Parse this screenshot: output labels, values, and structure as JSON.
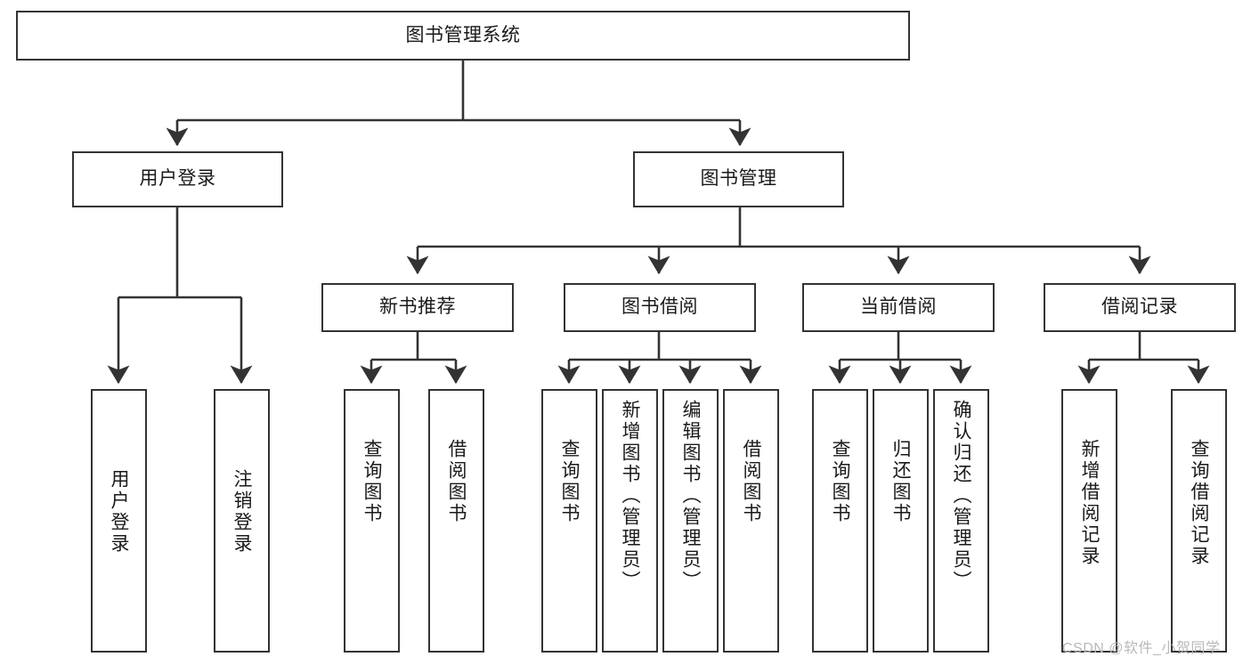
{
  "diagram": {
    "type": "tree",
    "title": "图书管理系统",
    "orientation": "top-down",
    "root": {
      "id": "root",
      "label": "图书管理系统"
    },
    "level2": [
      {
        "id": "user-login",
        "label": "用户登录"
      },
      {
        "id": "book-manage",
        "label": "图书管理"
      }
    ],
    "level3": [
      {
        "id": "new-book-recommend",
        "label": "新书推荐",
        "parent": "book-manage"
      },
      {
        "id": "book-borrow",
        "label": "图书借阅",
        "parent": "book-manage"
      },
      {
        "id": "current-borrow",
        "label": "当前借阅",
        "parent": "book-manage"
      },
      {
        "id": "borrow-record",
        "label": "借阅记录",
        "parent": "book-manage"
      }
    ],
    "leaves": [
      {
        "id": "leaf-user-login",
        "label": "用户登录",
        "parent": "user-login"
      },
      {
        "id": "leaf-logout",
        "label": "注销登录",
        "parent": "user-login"
      },
      {
        "id": "leaf-query-book-1",
        "label": "查询图书",
        "parent": "new-book-recommend"
      },
      {
        "id": "leaf-borrow-book-1",
        "label": "借阅图书",
        "parent": "new-book-recommend"
      },
      {
        "id": "leaf-query-book-2",
        "label": "查询图书",
        "parent": "book-borrow"
      },
      {
        "id": "leaf-add-book",
        "label": "新增图书（管理员）",
        "parent": "book-borrow"
      },
      {
        "id": "leaf-edit-book",
        "label": "编辑图书（管理员）",
        "parent": "book-borrow"
      },
      {
        "id": "leaf-borrow-book-2",
        "label": "借阅图书",
        "parent": "book-borrow"
      },
      {
        "id": "leaf-query-book-3",
        "label": "查询图书",
        "parent": "current-borrow"
      },
      {
        "id": "leaf-return-book",
        "label": "归还图书",
        "parent": "current-borrow"
      },
      {
        "id": "leaf-confirm-return",
        "label": "确认归还（管理员）",
        "parent": "current-borrow"
      },
      {
        "id": "leaf-add-record",
        "label": "新增借阅记录",
        "parent": "borrow-record"
      },
      {
        "id": "leaf-query-record",
        "label": "查询借阅记录",
        "parent": "borrow-record"
      }
    ],
    "colors": {
      "border": "#333333",
      "background": "#ffffff",
      "text": "#1a1a1a",
      "connector": "#333333",
      "watermark": "#b9b9b9"
    }
  },
  "watermark": {
    "text": "CSDN @软件_小贺同学"
  }
}
